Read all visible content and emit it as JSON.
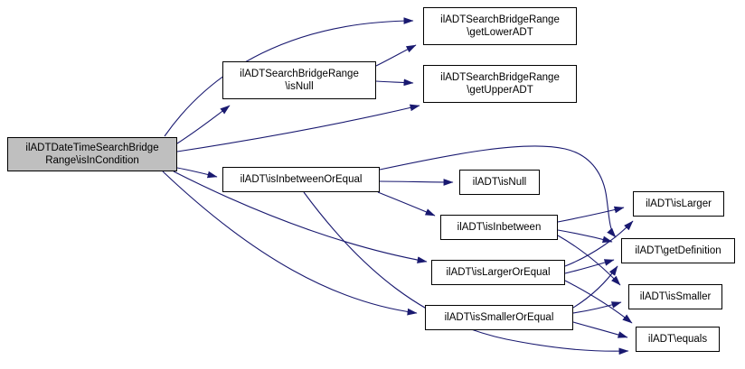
{
  "graph": {
    "type": "doxygen-call-graph",
    "colors": {
      "edge": "#191970",
      "node_border": "#000000",
      "node_fill": "#ffffff",
      "highlight_fill": "#bfbfbf",
      "text": "#000000",
      "background": "#ffffff"
    },
    "nodes": [
      {
        "id": "isInCondition",
        "line1": "ilADTDateTimeSearchBridge",
        "line2": "Range\\isInCondition",
        "highlighted": true
      },
      {
        "id": "bridge-isNull",
        "line1": "ilADTSearchBridgeRange",
        "line2": "\\isNull"
      },
      {
        "id": "getLowerADT",
        "line1": "ilADTSearchBridgeRange",
        "line2": "\\getLowerADT"
      },
      {
        "id": "getUpperADT",
        "line1": "ilADTSearchBridgeRange",
        "line2": "\\getUpperADT"
      },
      {
        "id": "isInbetweenOrEqual",
        "line1": "ilADT\\isInbetweenOrEqual"
      },
      {
        "id": "adt-isNull",
        "line1": "ilADT\\isNull"
      },
      {
        "id": "isInbetween",
        "line1": "ilADT\\isInbetween"
      },
      {
        "id": "isLargerOrEqual",
        "line1": "ilADT\\isLargerOrEqual"
      },
      {
        "id": "isSmallerOrEqual",
        "line1": "ilADT\\isSmallerOrEqual"
      },
      {
        "id": "isLarger",
        "line1": "ilADT\\isLarger"
      },
      {
        "id": "getDefinition",
        "line1": "ilADT\\getDefinition"
      },
      {
        "id": "isSmaller",
        "line1": "ilADT\\isSmaller"
      },
      {
        "id": "equals",
        "line1": "ilADT\\equals"
      }
    ],
    "edges": [
      {
        "from": "isInCondition",
        "to": "getLowerADT"
      },
      {
        "from": "isInCondition",
        "to": "bridge-isNull"
      },
      {
        "from": "isInCondition",
        "to": "getUpperADT"
      },
      {
        "from": "isInCondition",
        "to": "isInbetweenOrEqual"
      },
      {
        "from": "isInCondition",
        "to": "isLargerOrEqual"
      },
      {
        "from": "isInCondition",
        "to": "isSmallerOrEqual"
      },
      {
        "from": "bridge-isNull",
        "to": "getLowerADT"
      },
      {
        "from": "bridge-isNull",
        "to": "getUpperADT"
      },
      {
        "from": "isInbetweenOrEqual",
        "to": "adt-isNull"
      },
      {
        "from": "isInbetweenOrEqual",
        "to": "isInbetween"
      },
      {
        "from": "isInbetweenOrEqual",
        "to": "getDefinition"
      },
      {
        "from": "isInbetweenOrEqual",
        "to": "equals"
      },
      {
        "from": "isInbetween",
        "to": "isLarger"
      },
      {
        "from": "isInbetween",
        "to": "getDefinition"
      },
      {
        "from": "isInbetween",
        "to": "isSmaller"
      },
      {
        "from": "isLargerOrEqual",
        "to": "isLarger"
      },
      {
        "from": "isLargerOrEqual",
        "to": "getDefinition"
      },
      {
        "from": "isLargerOrEqual",
        "to": "equals"
      },
      {
        "from": "isSmallerOrEqual",
        "to": "isSmaller"
      },
      {
        "from": "isSmallerOrEqual",
        "to": "getDefinition"
      },
      {
        "from": "isSmallerOrEqual",
        "to": "equals"
      }
    ]
  }
}
